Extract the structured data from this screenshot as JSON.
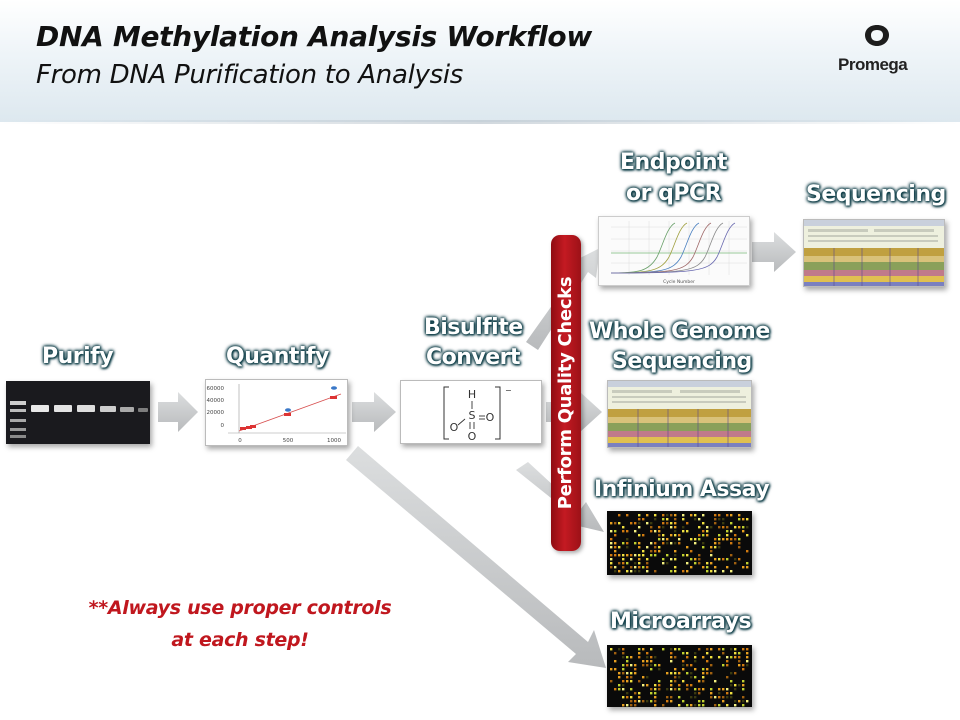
{
  "header": {
    "title": "DNA Methylation Analysis Workflow",
    "subtitle": "From DNA Purification to Analysis",
    "logo_text": "Promega"
  },
  "steps": {
    "purify": "Purify",
    "quantify": "Quantify",
    "bisulfite_line1": "Bisulfite",
    "bisulfite_line2": "Convert",
    "endpoint_line1": "Endpoint",
    "endpoint_line2": "or qPCR",
    "sequencing": "Sequencing",
    "wgs_line1": "Whole Genome",
    "wgs_line2": "Sequencing",
    "infinium": "Infinium Assay",
    "microarrays": "Microarrays"
  },
  "quality_checks": "Perform Quality Checks",
  "note": {
    "line1": "**Always use proper controls",
    "line2": "at each step!"
  },
  "quantify_plot": {
    "y_ticks": [
      "60000",
      "40000",
      "20000",
      "0"
    ],
    "x_ticks": [
      "0",
      "500",
      "1000"
    ]
  },
  "chem": {
    "h": "H",
    "s": "S",
    "o_left": "O",
    "o_right": "O",
    "o_bottom": "O",
    "charge": "−"
  },
  "qpcr_plot": {
    "x_label": "Cycle Number"
  },
  "colors": {
    "label_text": "#ffffff",
    "label_glow": "#0d3c46",
    "qc_pill": "#c41a22",
    "note_text": "#c0171e",
    "arrow": "#c9cbcd"
  }
}
